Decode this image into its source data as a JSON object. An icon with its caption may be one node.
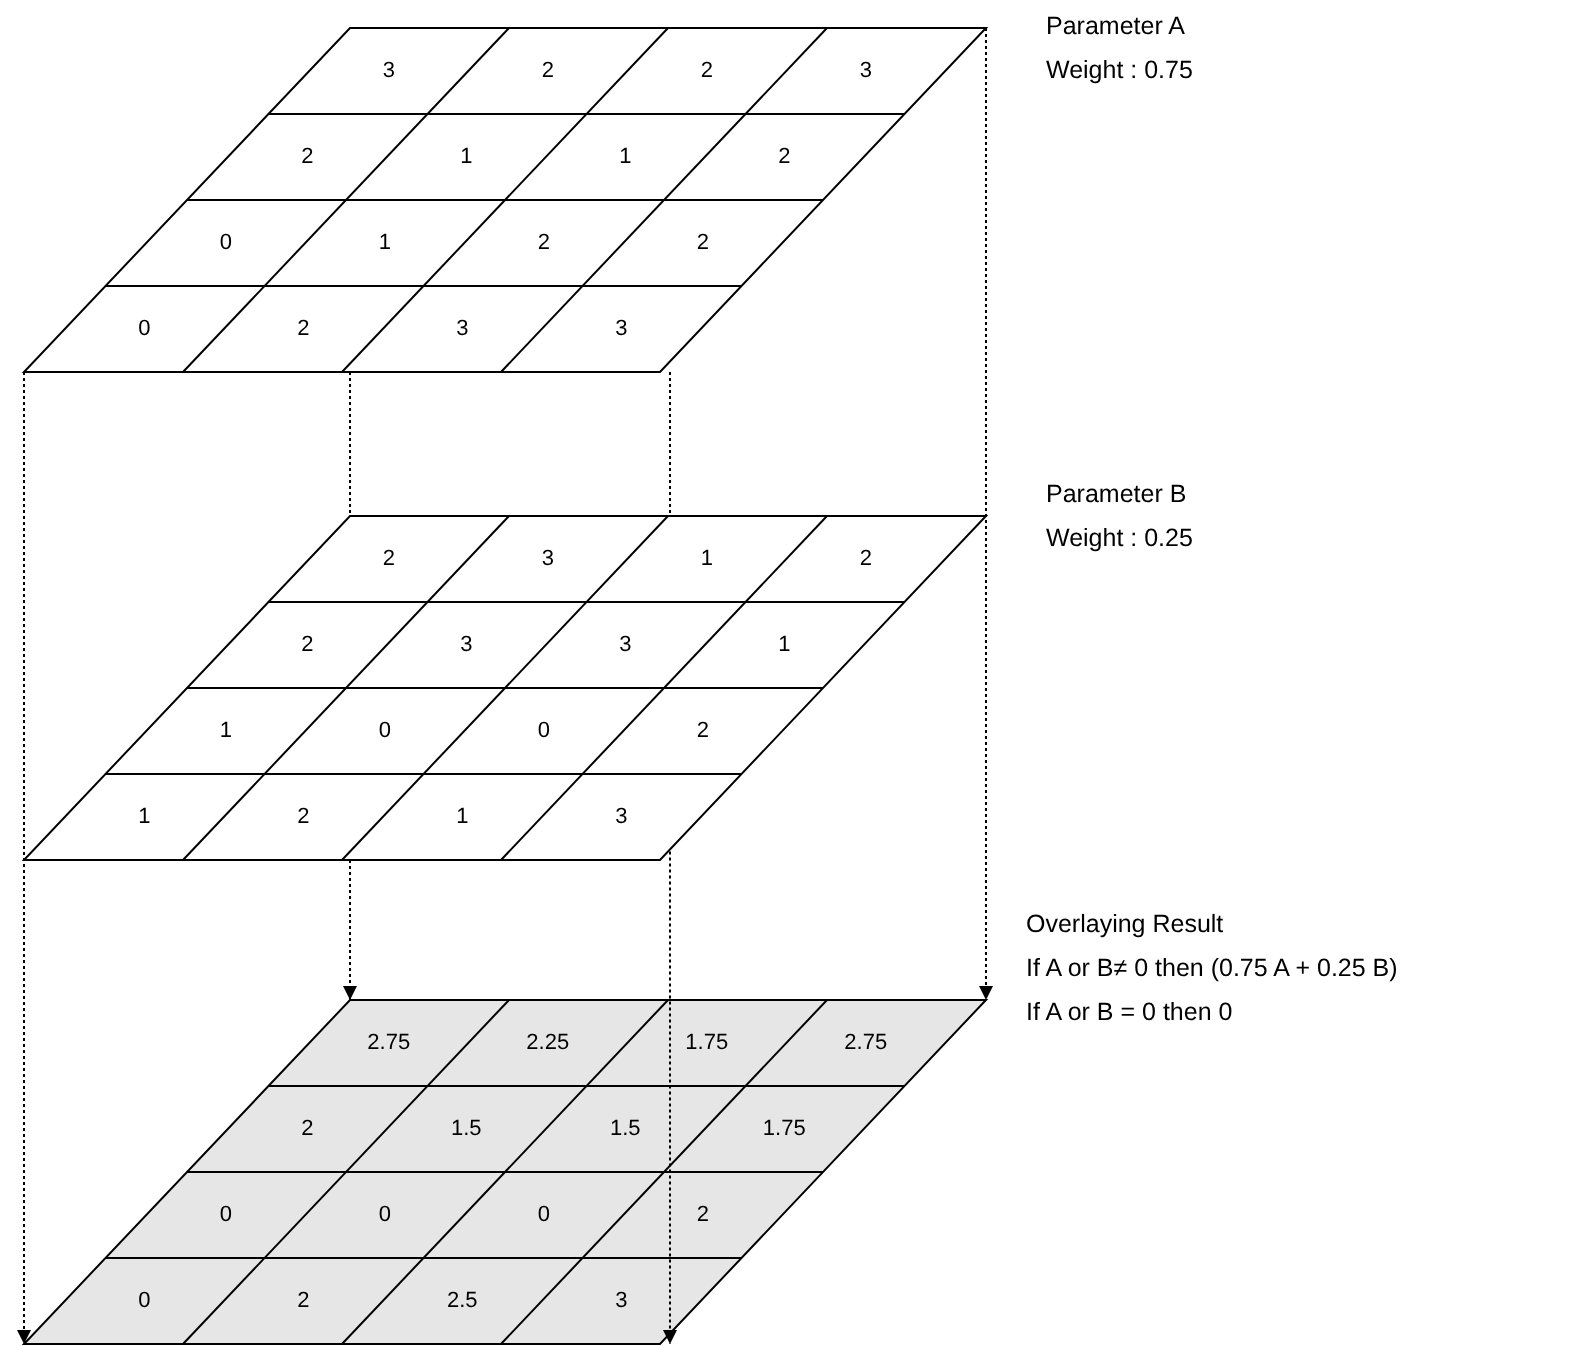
{
  "diagram": {
    "nodes": [
      {
        "text": [
          "3",
          "2",
          "2",
          "3",
          "2",
          "1",
          "1",
          "2",
          "0",
          "1",
          "2",
          "2",
          "0",
          "2",
          "3",
          "3"
        ],
        "beside": [
          "Parameter A",
          "Weight : 0.75"
        ]
      },
      {
        "text": [
          "2",
          "3",
          "1",
          "2",
          "2",
          "3",
          "3",
          "1",
          "1",
          "0",
          "0",
          "2",
          "1",
          "2",
          "1",
          "3"
        ],
        "beside": [
          "Parameter B",
          "Weight : 0.25"
        ]
      },
      {
        "text": [
          "2.75",
          "2.25",
          "1.75",
          "2.75",
          "2",
          "1.5",
          "1.5",
          "1.75",
          "0",
          "0",
          "0",
          "2",
          "0",
          "2",
          "2.5",
          "3"
        ],
        "beside": [
          "Overlaying Result",
          "If A or B≠ 0 then (0.75 A + 0.25 B)",
          "If A or B = 0 then 0"
        ]
      }
    ],
    "edges": [
      {
        "from": 0,
        "to": 2,
        "arrow": "to"
      },
      {
        "from": 0,
        "to": 1,
        "arrow": "none"
      },
      {
        "from": 0,
        "to": 1,
        "arrow": "none"
      },
      {
        "from": 0,
        "to": 2,
        "arrow": "to"
      },
      {
        "from": 1,
        "to": 2,
        "arrow": "to"
      },
      {
        "from": 1,
        "to": 2,
        "arrow": "to"
      }
    ]
  }
}
